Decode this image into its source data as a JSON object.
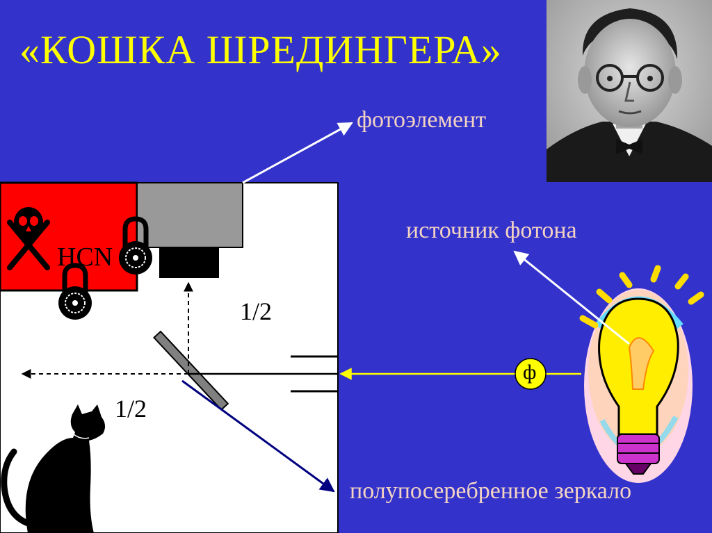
{
  "title": "«КОШКА ШРЕДИНГЕРА»",
  "labels": {
    "photoelement": "фотоэлемент",
    "photon_source": "источник фотона",
    "mirror": "полупосеребренное зеркало",
    "poison": "HCN",
    "photon_symbol": "ф"
  },
  "probabilities": {
    "upper": "1/2",
    "lower": "1/2"
  },
  "colors": {
    "background": "#3333cc",
    "title": "#ffff00",
    "label": "#f4d3c3",
    "poison_box": "#ff0000",
    "photon_beam": "#ffff00"
  },
  "icons": [
    "skull-and-crossbones-icon",
    "padlock-icon",
    "cat-icon",
    "light-bulb-icon",
    "portrait-photo"
  ]
}
